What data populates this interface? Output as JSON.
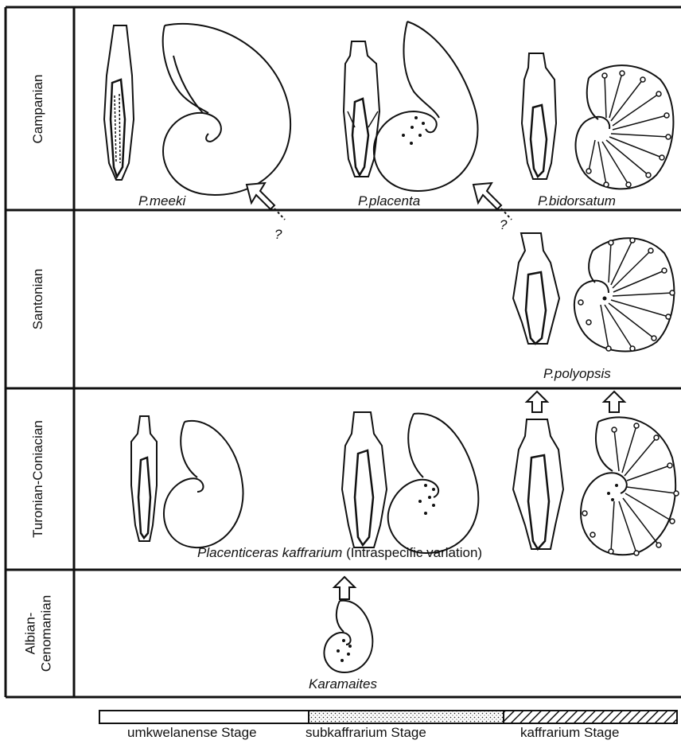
{
  "periods": [
    {
      "label": "Campanian"
    },
    {
      "label": "Santonian"
    },
    {
      "label": "Turonian-Coniacian"
    },
    {
      "label": "Albian-\nCenomanian"
    }
  ],
  "species": {
    "meeki": "P.meeki",
    "placenta": "P.placenta",
    "bidorsatum": "P.bidorsatum",
    "polyopsis": "P.polyopsis",
    "kaffrarium_name": "Placenticeras kaffrarium",
    "kaffrarium_note": " (Intraspecific variation)",
    "karamaites": "Karamaites"
  },
  "question_marks": [
    "?",
    "?"
  ],
  "stages": [
    {
      "label": "umkwelanense Stage",
      "pattern": "plain"
    },
    {
      "label": "subkaffrarium Stage",
      "pattern": "dotted"
    },
    {
      "label": "kaffrarium Stage",
      "pattern": "hatched"
    }
  ]
}
